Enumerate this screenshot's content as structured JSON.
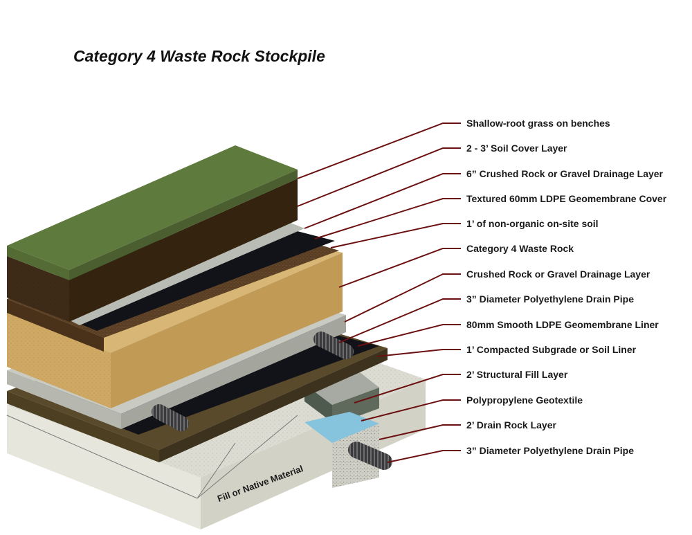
{
  "title": "Category 4 Waste Rock Stockpile",
  "callouts": [
    {
      "id": "grass",
      "label": "Shallow-root grass on benches"
    },
    {
      "id": "soil-cover",
      "label": "2 - 3’ Soil Cover Layer"
    },
    {
      "id": "crushed-drainage-top",
      "label": "6” Crushed Rock or Gravel Drainage Layer"
    },
    {
      "id": "geomembrane-cover",
      "label": "Textured 60mm LDPE Geomembrane Cover"
    },
    {
      "id": "onsite-soil",
      "label": "1’ of non-organic on-site soil"
    },
    {
      "id": "waste-rock",
      "label": "Category 4 Waste Rock"
    },
    {
      "id": "crushed-drainage",
      "label": "Crushed Rock or Gravel Drainage Layer"
    },
    {
      "id": "drain-pipe-upper",
      "label": "3” Diameter Polyethylene Drain Pipe"
    },
    {
      "id": "geomembrane-liner",
      "label": "80mm Smooth LDPE Geomembrane Liner"
    },
    {
      "id": "subgrade",
      "label": "1’ Compacted Subgrade or Soil Liner"
    },
    {
      "id": "structural-fill",
      "label": "2’ Structural Fill Layer"
    },
    {
      "id": "geotextile",
      "label": "Polypropylene Geotextile"
    },
    {
      "id": "drain-rock",
      "label": "2’ Drain Rock Layer"
    },
    {
      "id": "drain-pipe-lower",
      "label": "3” Diameter Polyethylene Drain Pipe"
    }
  ],
  "fill_note": "Fill or Native Material",
  "colors": {
    "leader": "#6b1010",
    "grass": "#5f7a3d",
    "soil_cover": "#3d2b18",
    "gray_drainage": "#b9bcb4",
    "geomembrane": "#121219",
    "onsite_soil": "#5c3f22",
    "waste_rock": "#cfa864",
    "drain_rock": "#86c3dc",
    "fill": "#dcdcd2"
  }
}
